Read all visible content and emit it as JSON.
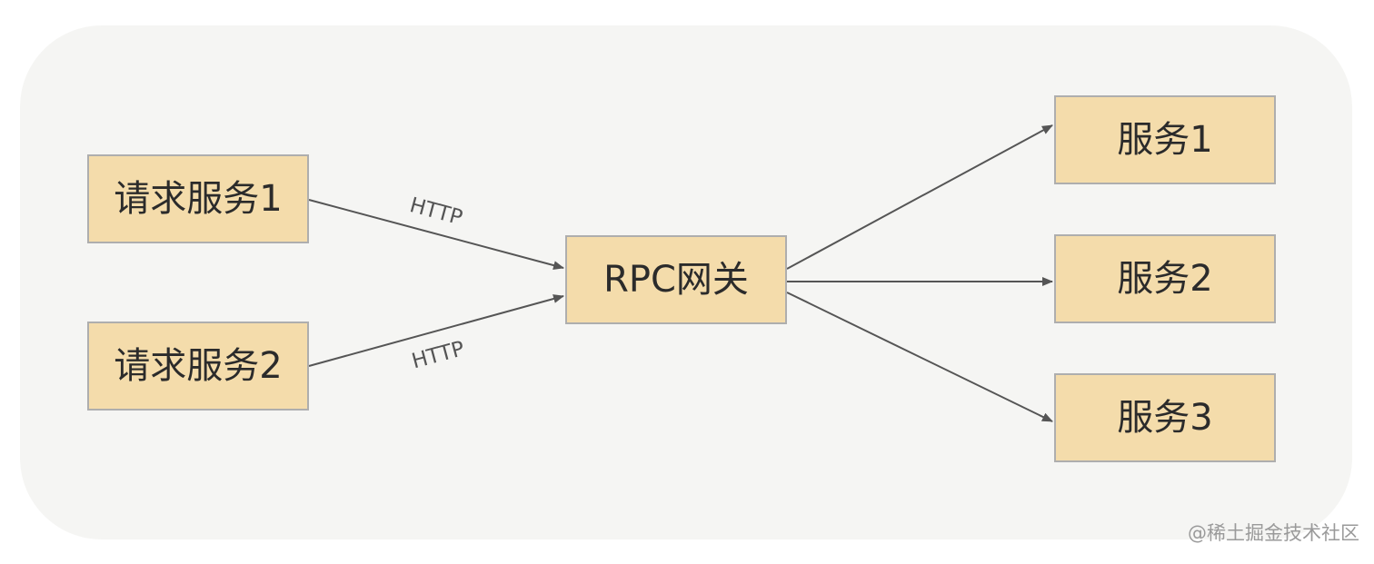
{
  "nodes": {
    "request_service_1": "请求服务1",
    "request_service_2": "请求服务2",
    "rpc_gateway": "RPC网关",
    "service_1": "服务1",
    "service_2": "服务2",
    "service_3": "服务3"
  },
  "edges": {
    "req1_to_gateway_label": "HTTP",
    "req2_to_gateway_label": "HTTP"
  },
  "colors": {
    "node_fill": "#f4dcab",
    "node_border": "#aeaeae",
    "edge": "#555555",
    "background": "#f5f5f3"
  },
  "watermark": "@稀土掘金技术社区"
}
